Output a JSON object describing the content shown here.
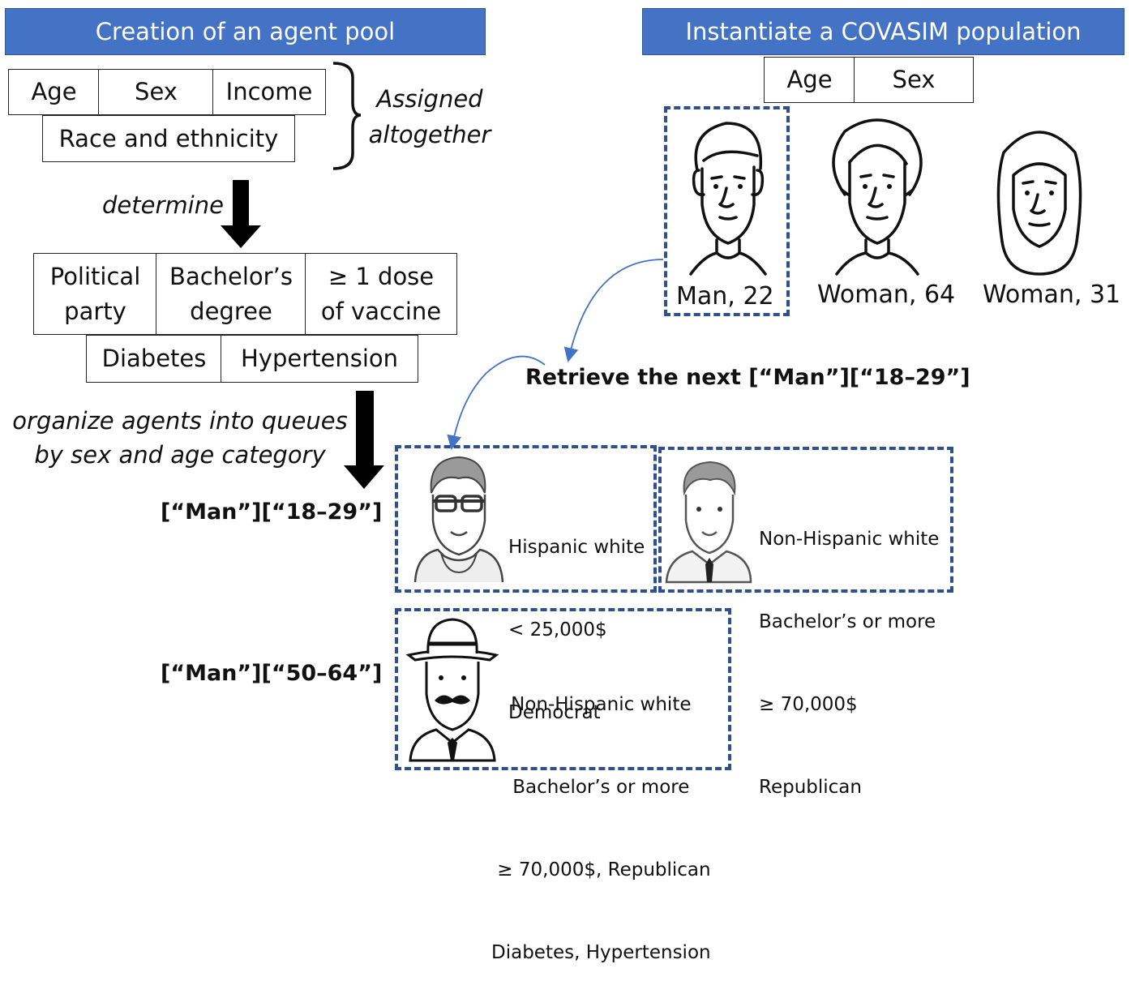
{
  "left": {
    "header": "Creation of an agent pool",
    "attributes_row1": [
      "Age",
      "Sex",
      "Income"
    ],
    "attributes_row2": "Race and ethnicity",
    "brace_label_line1": "Assigned",
    "brace_label_line2": "altogether",
    "arrow1_label": "determine",
    "derived_row1": [
      {
        "line1": "Political",
        "line2": "party"
      },
      {
        "line1": "Bachelor’s",
        "line2": "degree"
      },
      {
        "line1": "≥ 1 dose",
        "line2": "of vaccine"
      }
    ],
    "derived_row2": [
      "Diabetes",
      "Hypertension"
    ],
    "arrow2_label_line1": "organize agents into queues",
    "arrow2_label_line2": "by sex and age category",
    "queue1_label": "[“Man”][“18–29”]",
    "queue2_label": "[“Man”][“50–64”]"
  },
  "right": {
    "header": "Instantiate a COVASIM population",
    "attributes": [
      "Age",
      "Sex"
    ],
    "people": [
      {
        "caption": "Man, 22",
        "icon": "young-man-icon"
      },
      {
        "caption": "Woman, 64",
        "icon": "older-woman-icon"
      },
      {
        "caption": "Woman, 31",
        "icon": "woman-hijab-icon"
      }
    ],
    "retrieve_label": "Retrieve the next [“Man”][“18–29”]"
  },
  "queue_cards": [
    {
      "icon": "man-glasses-hoodie-icon",
      "lines": [
        "Hispanic white",
        "< 25,000$",
        "Democrat"
      ]
    },
    {
      "icon": "man-suit-icon",
      "lines": [
        "Non-Hispanic white",
        "Bachelor’s or more",
        "≥ 70,000$",
        "Republican"
      ]
    },
    {
      "icon": "man-hat-mustache-icon",
      "lines": [
        "Non-Hispanic white",
        "Bachelor’s or more",
        " ≥ 70,000$, Republican",
        "Diabetes, Hypertension"
      ]
    }
  ],
  "colors": {
    "header": "#4472c4",
    "dashed_border": "#2f4f8f",
    "connector": "#4472c4"
  }
}
